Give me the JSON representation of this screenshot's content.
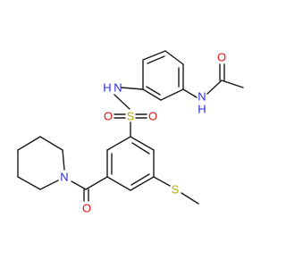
{
  "molecule": {
    "atoms": {
      "carbonyl_oxygen_amide": "O",
      "amide_nh": "N",
      "amide_nh_h": "H",
      "sulfonamide_nh": "N",
      "sulfonamide_nh_h": "H",
      "sulfonyl_s": "S",
      "sulfonyl_o_left": "O",
      "sulfonyl_o_right": "O",
      "piperidine_n": "N",
      "ketone_oxygen": "O",
      "thioether_s": "S"
    },
    "colors": {
      "bond": "#1a1a1a",
      "oxygen": "#e01010",
      "nitrogen": "#2b2bd6",
      "sulfur": "#b8a800"
    }
  }
}
